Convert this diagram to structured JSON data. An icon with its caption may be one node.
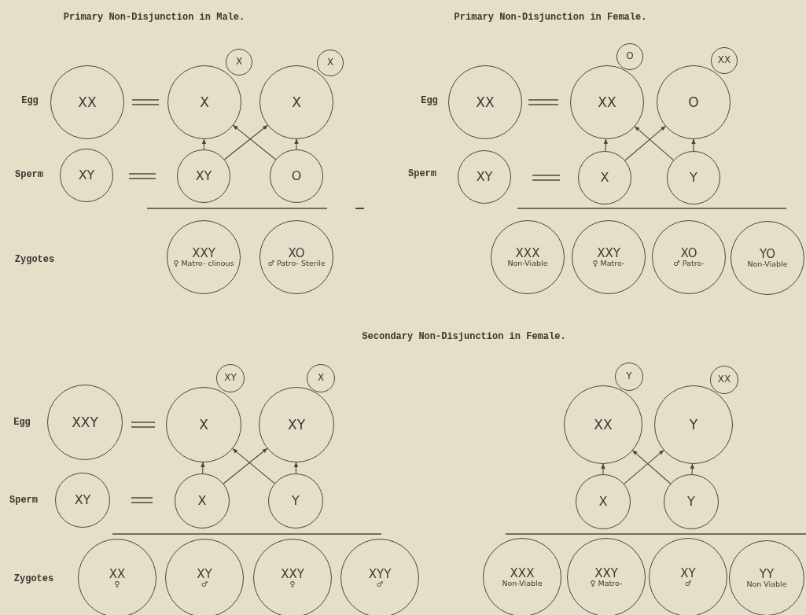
{
  "diagram": {
    "nodes": [
      {
        "text": [
          "XX"
        ]
      },
      {
        "text": [
          "X"
        ]
      },
      {
        "text": [
          "X"
        ]
      },
      {
        "text": [
          "X"
        ]
      },
      {
        "text": [
          "X"
        ]
      },
      {
        "text": [
          "XY"
        ]
      },
      {
        "text": [
          "XY"
        ]
      },
      {
        "text": [
          "O"
        ]
      },
      {
        "text": [
          "XXY",
          "♀ Matro- clinous"
        ]
      },
      {
        "text": [
          "XO",
          "♂ Patro- Sterile"
        ]
      },
      {
        "text": [
          "XX"
        ]
      },
      {
        "text": [
          "XX"
        ]
      },
      {
        "text": [
          "O"
        ]
      },
      {
        "text": [
          "O"
        ]
      },
      {
        "text": [
          "XX"
        ]
      },
      {
        "text": [
          "XY"
        ]
      },
      {
        "text": [
          "X"
        ]
      },
      {
        "text": [
          "Y"
        ]
      },
      {
        "text": [
          "XXX",
          "Non-Viable"
        ]
      },
      {
        "text": [
          "XXY",
          "♀ Matro-"
        ]
      },
      {
        "text": [
          "XO",
          "♂ Patro-"
        ]
      },
      {
        "text": [
          "YO",
          "Non-Viable"
        ]
      },
      {
        "text": [
          "XXY"
        ]
      },
      {
        "text": [
          "X"
        ]
      },
      {
        "text": [
          "XY"
        ]
      },
      {
        "text": [
          "XY"
        ]
      },
      {
        "text": [
          "X"
        ]
      },
      {
        "text": [
          "XY"
        ]
      },
      {
        "text": [
          "X"
        ]
      },
      {
        "text": [
          "Y"
        ]
      },
      {
        "text": [
          "XX",
          "♀"
        ]
      },
      {
        "text": [
          "XY",
          "♂"
        ]
      },
      {
        "text": [
          "XXY",
          "♀"
        ]
      },
      {
        "text": [
          "XYY",
          "♂"
        ]
      },
      {
        "text": [
          "XX"
        ]
      },
      {
        "text": [
          "Y"
        ]
      },
      {
        "text": [
          "Y"
        ]
      },
      {
        "text": [
          "XX"
        ]
      },
      {
        "text": [
          "X"
        ]
      },
      {
        "text": [
          "Y"
        ]
      },
      {
        "text": [
          "XXX",
          "Non-Viable"
        ]
      },
      {
        "text": [
          "XXY",
          "♀ Matro-"
        ]
      },
      {
        "text": [
          "XY",
          "♂"
        ]
      },
      {
        "text": [
          "YY",
          "Non Viable"
        ]
      }
    ],
    "edges": [
      {
        "from": 6,
        "to": 1,
        "arrow": "to"
      },
      {
        "from": 6,
        "to": 3,
        "arrow": "to"
      },
      {
        "from": 7,
        "to": 1,
        "arrow": "to"
      },
      {
        "from": 7,
        "to": 3,
        "arrow": "to"
      },
      {
        "from": 16,
        "to": 11,
        "arrow": "to"
      },
      {
        "from": 16,
        "to": 13,
        "arrow": "to"
      },
      {
        "from": 17,
        "to": 11,
        "arrow": "to"
      },
      {
        "from": 17,
        "to": 13,
        "arrow": "to"
      },
      {
        "from": 28,
        "to": 23,
        "arrow": "to"
      },
      {
        "from": 28,
        "to": 25,
        "arrow": "to"
      },
      {
        "from": 29,
        "to": 23,
        "arrow": "to"
      },
      {
        "from": 29,
        "to": 25,
        "arrow": "to"
      },
      {
        "from": 38,
        "to": 34,
        "arrow": "to"
      },
      {
        "from": 38,
        "to": 36,
        "arrow": "to"
      },
      {
        "from": 39,
        "to": 34,
        "arrow": "to"
      },
      {
        "from": 39,
        "to": 36,
        "arrow": "to"
      }
    ],
    "labels": [
      "Primary Non-Disjunction in Male.",
      "Primary Non-Disjunction in Female.",
      "Egg",
      "Egg",
      "Sperm",
      "Sperm",
      "Zygotes",
      "Secondary Non-Disjunction in Female.",
      "Egg",
      "Sperm",
      "Zygotes"
    ]
  }
}
